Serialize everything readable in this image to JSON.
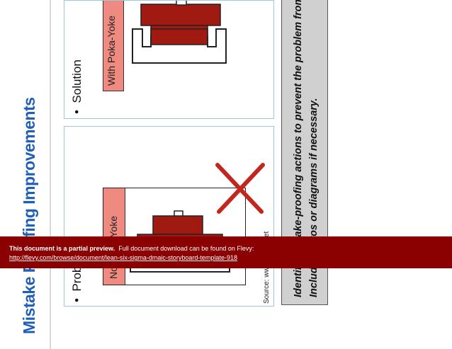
{
  "slide": {
    "title": "Mistake Proofing Improvements",
    "solution_label": "Solution",
    "problem_label": "Problem",
    "with_label": "With Poka-Yoke",
    "without_label": "No Poka-Yoke",
    "source": "Source: www.4lean.net",
    "instruction": "Identify mistake-proofing actions to prevent the problem from recurring. Include photos or diagrams if necessary."
  },
  "banner": {
    "bold": "This document is a partial preview.",
    "rest": "Full document download can be found on Flevy:",
    "link": "http://flevy.com/browse/document/lean-six-sigma-dmaic-storyboard-template-918"
  },
  "colors": {
    "title": "#1f5fb8",
    "banner": "#8b0000",
    "part": "#a11a12",
    "label_bg": "#ef8a80",
    "cross": "#c1271f",
    "panel_border": "#9fc6e2"
  }
}
